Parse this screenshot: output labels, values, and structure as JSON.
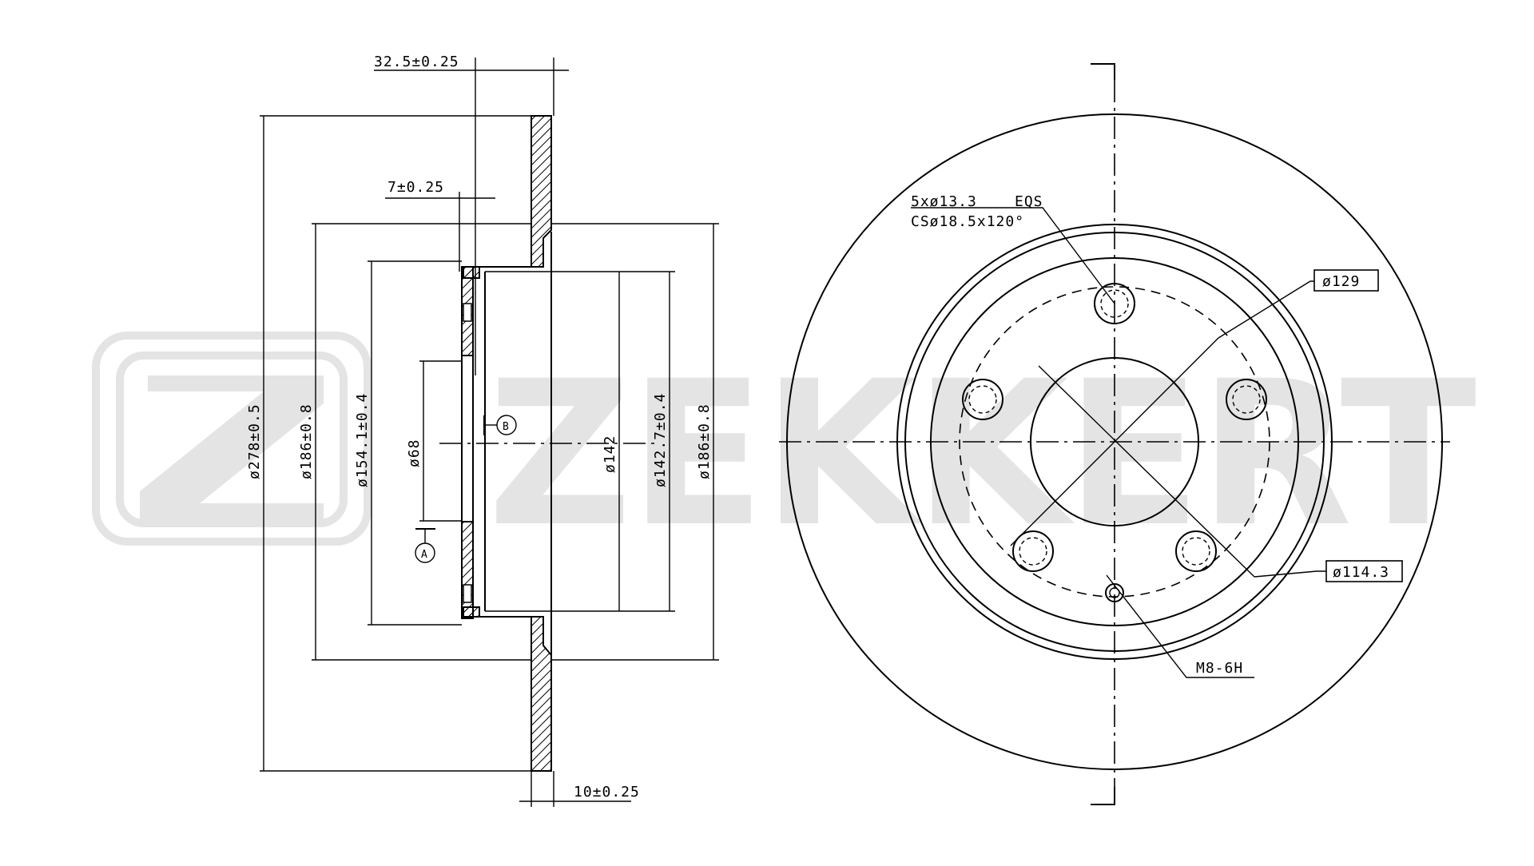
{
  "watermark": {
    "brand": "ZEKKERT"
  },
  "side_view": {
    "dims": {
      "offset": "32.5±0.25",
      "hat_thickness": "7±0.25",
      "disc_thickness": "10±0.25",
      "outer_diameter": "ø278±0.5",
      "friction_inner_diameter": "ø186±0.8",
      "hat_outer_diameter": "ø154.1±0.4",
      "center_bore": "ø68",
      "hat_inner_diameter": "ø142",
      "hat_inner_tol_diameter": "ø142.7±0.4",
      "friction_inner_diameter_right": "ø186±0.8"
    },
    "datums": {
      "a": "A",
      "b": "B"
    }
  },
  "front_view": {
    "callouts": {
      "bolt_holes": "5xø13.3",
      "bolt_holes_spacing": "EQS",
      "countersink": "CSø18.5x120°",
      "diameter_129": "ø129",
      "pitch_circle": "ø114.3",
      "thread": "M8-6H"
    }
  },
  "colors": {
    "line": "#000000",
    "watermark": "#e4e4e4",
    "hatch": "#000000"
  }
}
